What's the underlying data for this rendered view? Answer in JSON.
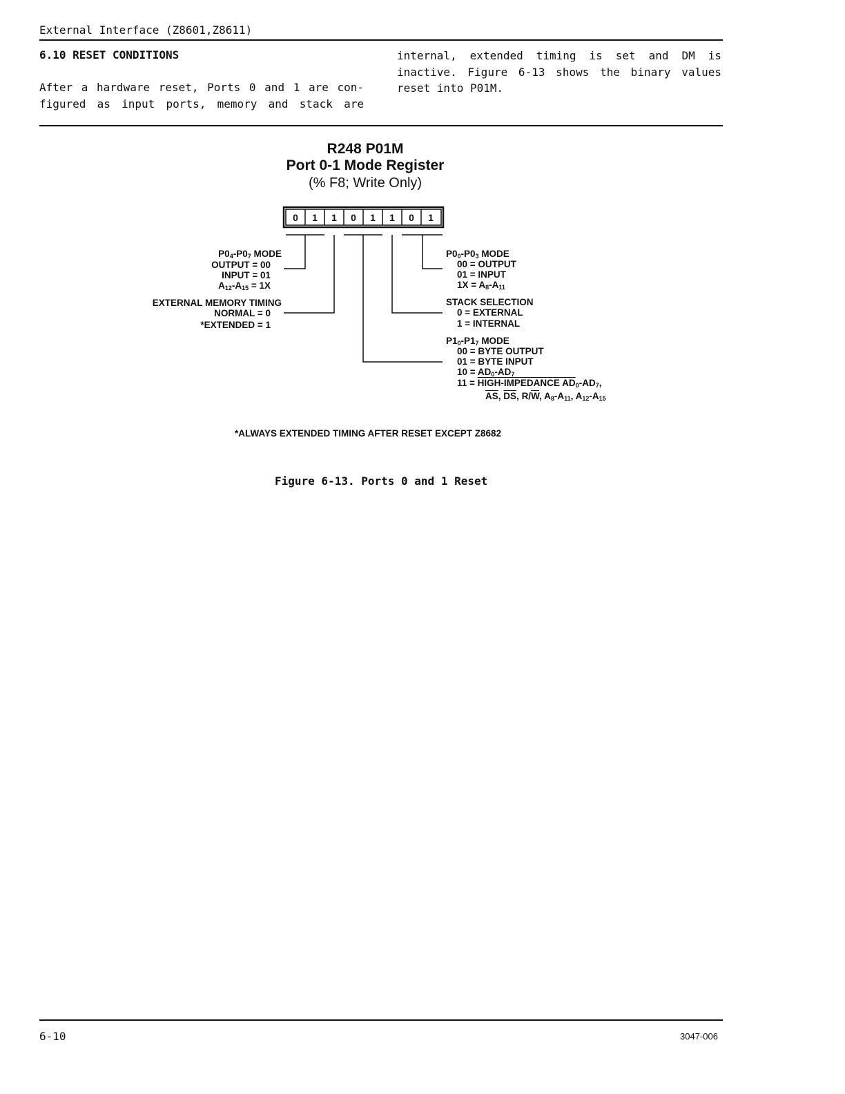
{
  "header": {
    "running_title": "External Interface (Z8601,Z8611)"
  },
  "section": {
    "heading": "6.10 RESET CONDITIONS",
    "left_lines": [
      "After a hardware reset, Ports 0 and 1 are con-",
      "figured as input ports, memory and stack are"
    ],
    "right_lines": [
      "internal, extended timing is set and DM is",
      "inactive. Figure 6-13 shows the binary values",
      "reset into P01M."
    ]
  },
  "figure": {
    "title": "R248 P01M",
    "subtitle": "Port 0-1 Mode Register",
    "address": "(% F8; Write Only)",
    "bits": [
      "0",
      "1",
      "1",
      "0",
      "1",
      "1",
      "0",
      "1"
    ],
    "left_fields": {
      "p04_p07": {
        "name_a": "P0",
        "sub_a": "4",
        "name_b": "-P0",
        "sub_b": "7",
        "name_c": " MODE",
        "output": "OUTPUT = 00",
        "input": "INPUT = 01",
        "addr_a": "A",
        "addr_sub_a": "12",
        "addr_b": "-A",
        "addr_sub_b": "15",
        "addr_c": " = 1X"
      },
      "ext_timing": {
        "name": "EXTERNAL MEMORY TIMING",
        "normal": "NORMAL = 0",
        "extended": "*EXTENDED = 1"
      }
    },
    "right_fields": {
      "p00_p03": {
        "name_a": "P0",
        "sub_a": "0",
        "name_b": "-P0",
        "sub_b": "3",
        "name_c": " MODE",
        "output": "00 = OUTPUT",
        "input": "01 = INPUT",
        "addr_a": "1X = A",
        "addr_sub_a": "8",
        "addr_b": "-A",
        "addr_sub_b": "11"
      },
      "stack": {
        "name": "STACK SELECTION",
        "external": "0 = EXTERNAL",
        "internal": "1 = INTERNAL"
      },
      "p10_p17": {
        "name_a": "P1",
        "sub_a": "0",
        "name_b": "-P1",
        "sub_b": "7",
        "name_c": " MODE",
        "byte_output": "00 = BYTE OUTPUT",
        "byte_input": "01 = BYTE INPUT",
        "ad_a": "10 = AD",
        "ad_sub_a": "0",
        "ad_b": "-AD",
        "ad_sub_b": "7",
        "hiz_prefix": "11 = ",
        "hiz_text": "HIGH-IMPEDANCE AD",
        "hiz_sub_a": "0",
        "hiz_b": "-AD",
        "hiz_sub_b": "7",
        "hiz_c": ",",
        "as": "AS",
        "comma1": ", ",
        "ds": "DS",
        "comma2": ", ",
        "rw_r": "R/",
        "rw_w": "W",
        "comma3": ", ",
        "a8": "A",
        "a8_sub": "8",
        "a8_b": "-A",
        "a8_sub_b": "11",
        "comma4": ", ",
        "a12": "A",
        "a12_sub": "12",
        "a12_b": "-A",
        "a12_sub_b": "15"
      }
    },
    "footnote": "*ALWAYS EXTENDED TIMING AFTER RESET EXCEPT Z8682",
    "caption": "Figure 6-13. Ports 0 and 1 Reset"
  },
  "footer": {
    "page_number": "6-10",
    "doc_code": "3047-006"
  }
}
